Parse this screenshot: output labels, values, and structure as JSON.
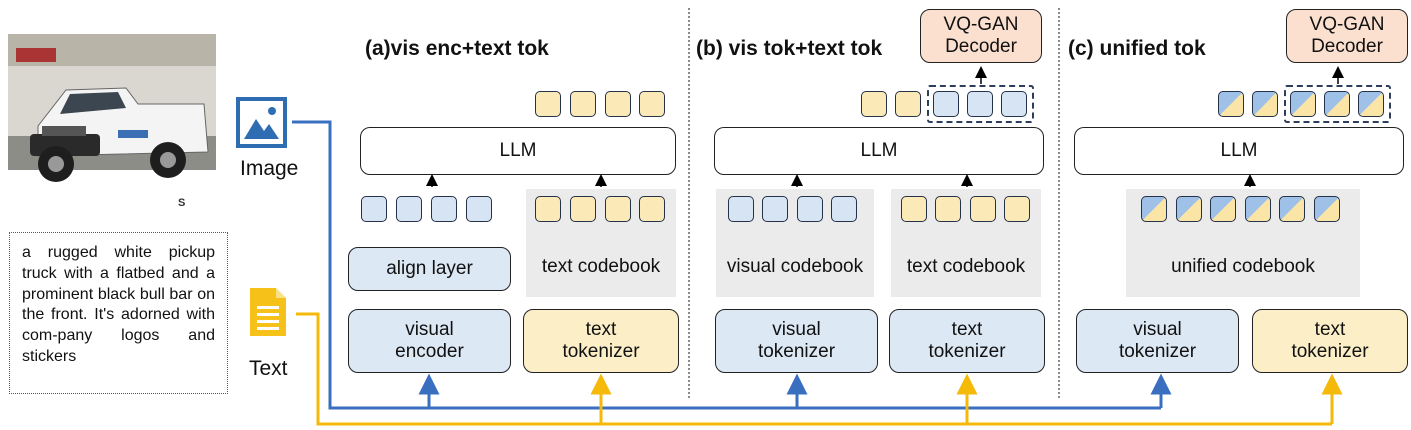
{
  "left": {
    "image_label": "Image",
    "text_label": "Text",
    "caption": "a rugged white pickup truck with a flatbed and a prominent black bull bar on the front. It's adorned with com-pany logos and stickers"
  },
  "panel_a": {
    "title": "(a)vis enc+text tok",
    "llm": "LLM",
    "align": "align layer",
    "codebook": "text codebook",
    "encoder": "visual\nencoder",
    "tokenizer": "text\ntokenizer"
  },
  "panel_b": {
    "title": "(b) vis tok+text tok",
    "decoder": "VQ-GAN\nDecoder",
    "llm": "LLM",
    "visual_codebook": "visual codebook",
    "text_codebook": "text codebook",
    "visual_tokenizer": "visual\ntokenizer",
    "text_tokenizer": "text\ntokenizer"
  },
  "panel_c": {
    "title": "(c) unified tok",
    "decoder": "VQ-GAN\nDecoder",
    "llm": "LLM",
    "codebook": "unified codebook",
    "visual_tokenizer": "visual\ntokenizer",
    "text_tokenizer": "text\ntokenizer"
  },
  "colors": {
    "image_line": "#3a6fc0",
    "text_line": "#f5b90a",
    "blue_fill": "#dde8f5",
    "yellow_fill": "#fcefc8",
    "peach_fill": "#fbe0cf"
  },
  "icons": {
    "image": "image-icon",
    "text": "document-icon",
    "photo": "pickup-truck-photo"
  }
}
